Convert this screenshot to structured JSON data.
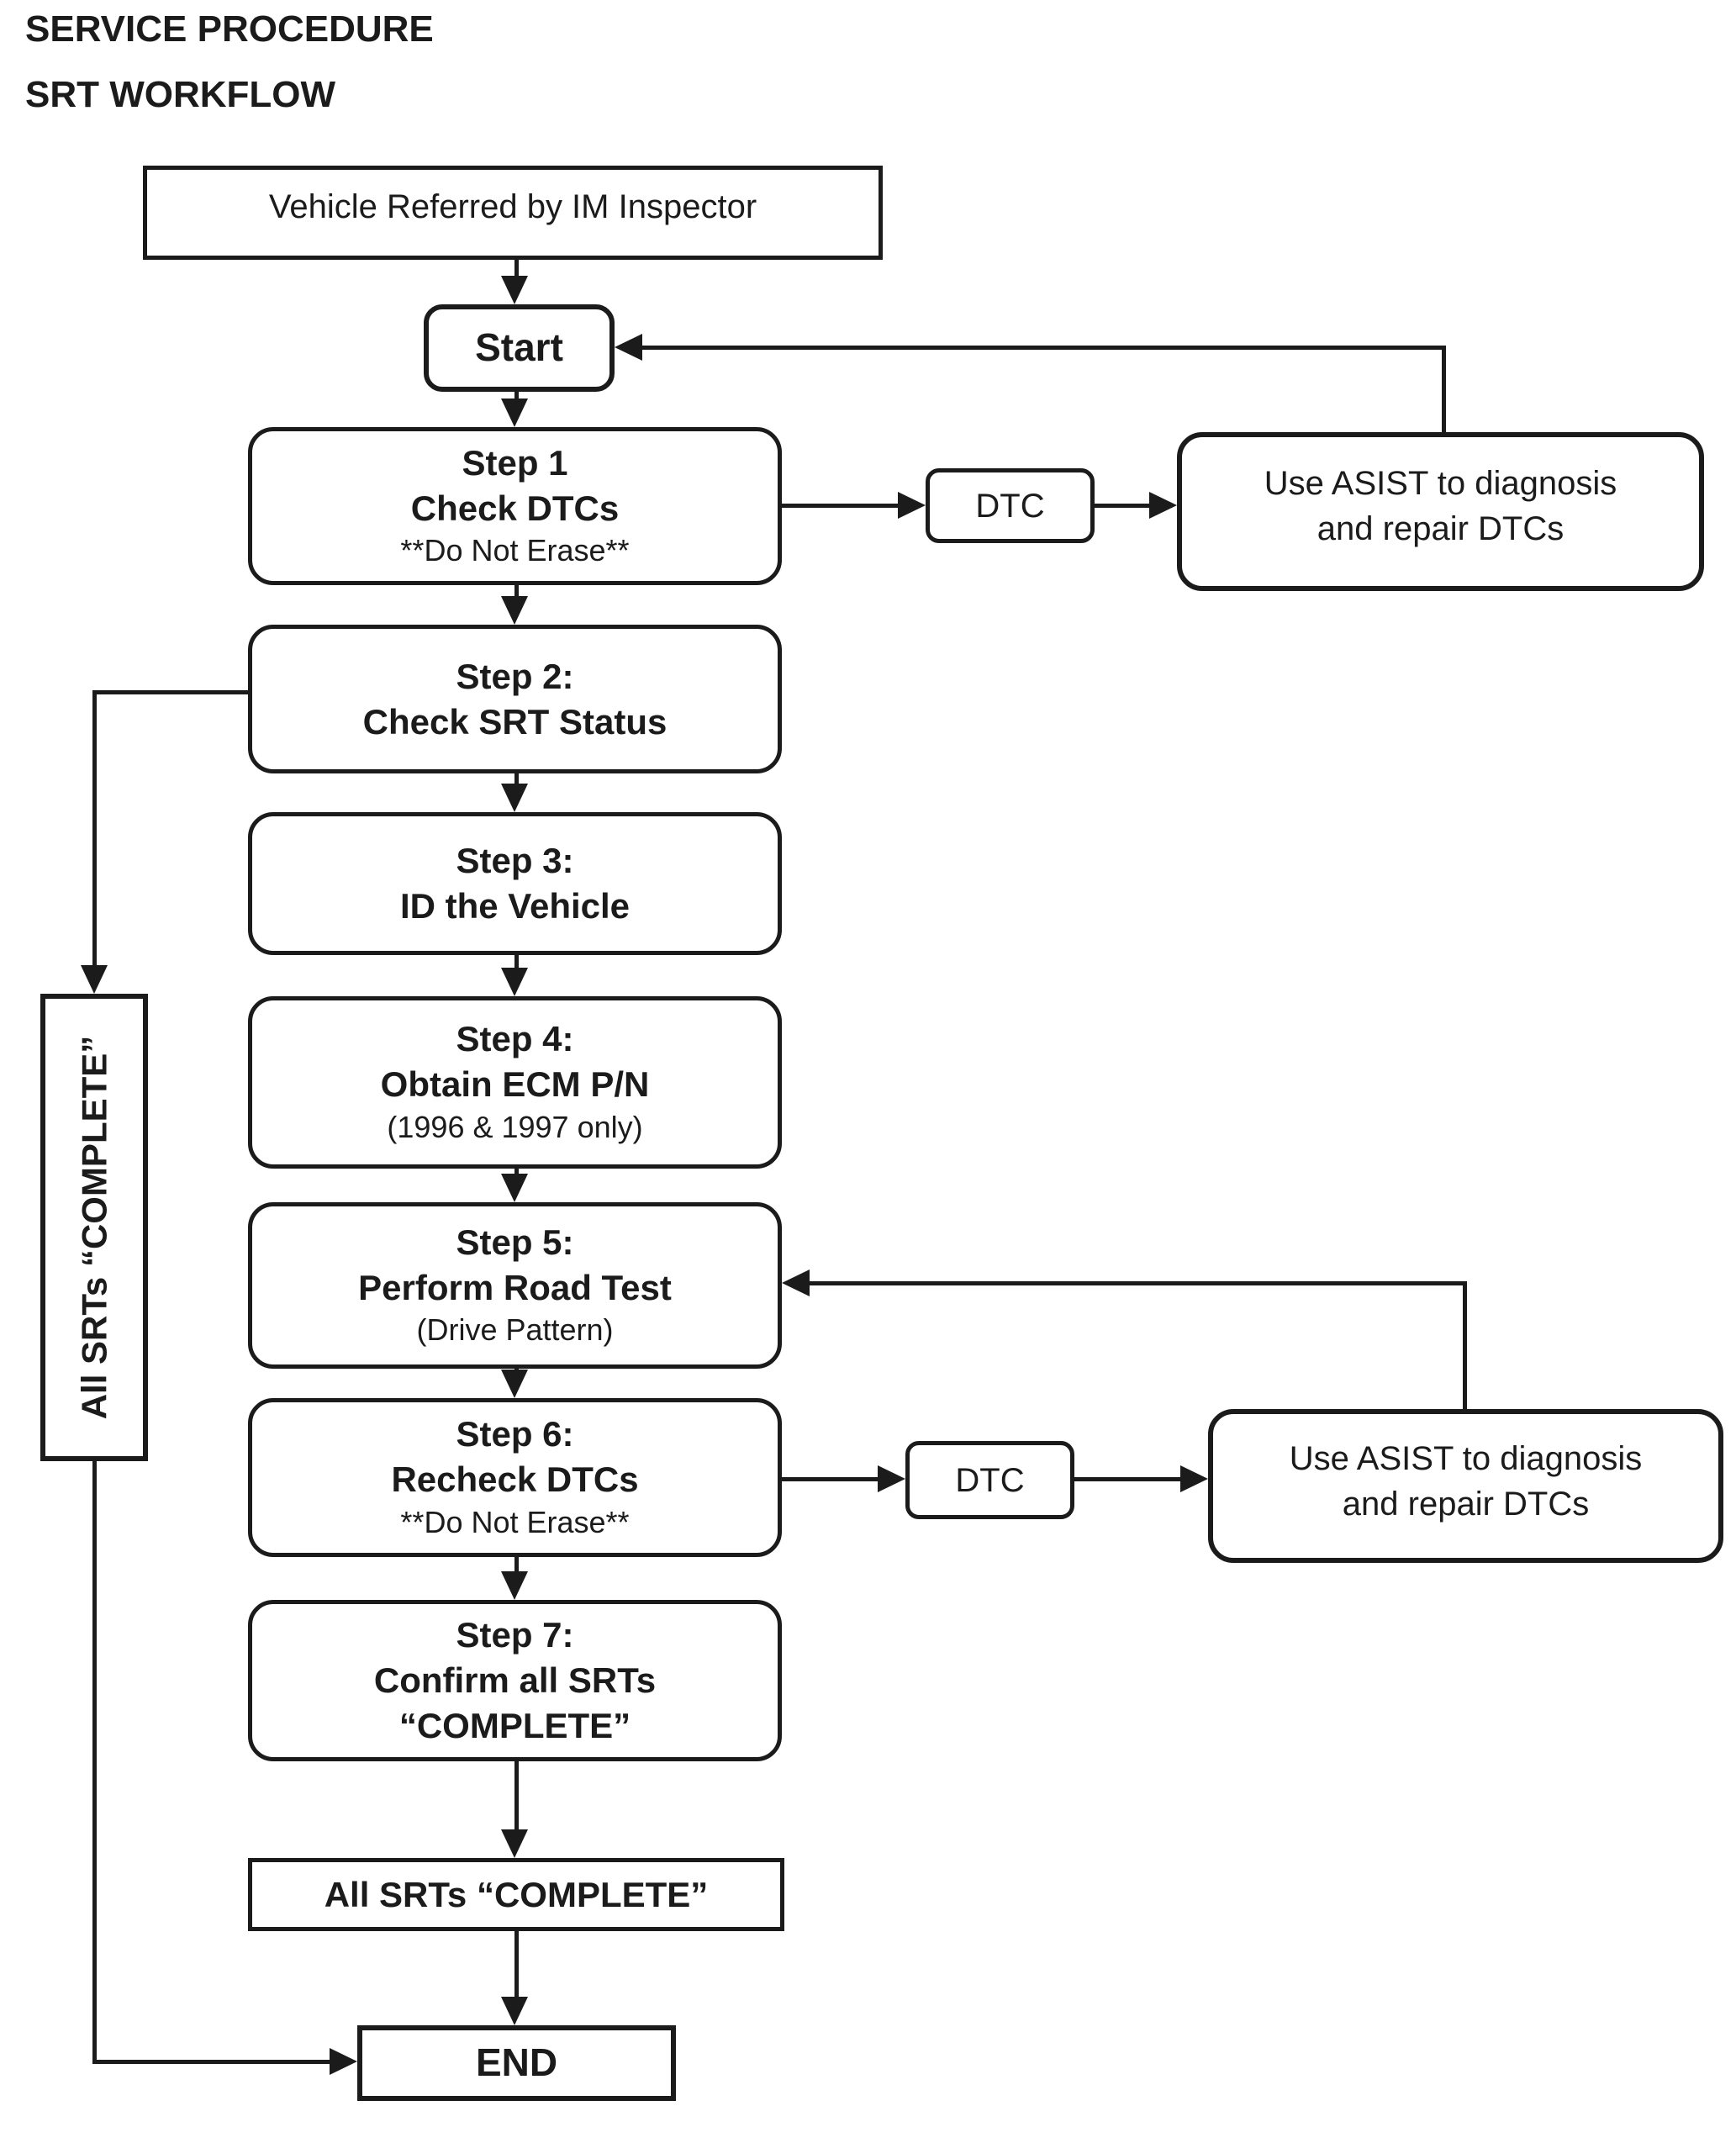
{
  "header": {
    "line1": "SERVICE PROCEDURE",
    "line2": "SRT WORKFLOW"
  },
  "nodes": {
    "vehicle_referred": {
      "label": "Vehicle Referred by IM Inspector"
    },
    "start": {
      "label": "Start"
    },
    "step1": {
      "title": "Step 1",
      "line2": "Check DTCs",
      "note": "**Do Not Erase**"
    },
    "dtc_top": {
      "label": "DTC"
    },
    "asist_top": {
      "line1": "Use ASIST to diagnosis",
      "line2": "and repair DTCs"
    },
    "step2": {
      "title": "Step 2:",
      "line2": "Check SRT Status"
    },
    "step3": {
      "title": "Step 3:",
      "line2": "ID the Vehicle"
    },
    "step4": {
      "title": "Step 4:",
      "line2": "Obtain ECM P/N",
      "note": "(1996 & 1997 only)"
    },
    "step5": {
      "title": "Step 5:",
      "line2": "Perform Road Test",
      "note": "(Drive Pattern)"
    },
    "step6": {
      "title": "Step 6:",
      "line2": "Recheck DTCs",
      "note": "**Do Not Erase**"
    },
    "dtc_bottom": {
      "label": "DTC"
    },
    "asist_bottom": {
      "line1": "Use ASIST to diagnosis",
      "line2": "and repair DTCs"
    },
    "step7": {
      "title": "Step 7:",
      "line2": "Confirm all SRTs",
      "line3": "“COMPLETE”"
    },
    "all_srts_banner": {
      "label": "All SRTs “COMPLETE”"
    },
    "all_srts_side": {
      "label": "All SRTs “COMPLETE”"
    },
    "end": {
      "label": "END"
    }
  },
  "colors": {
    "ink": "#1b1b1b",
    "background": "#ffffff"
  }
}
